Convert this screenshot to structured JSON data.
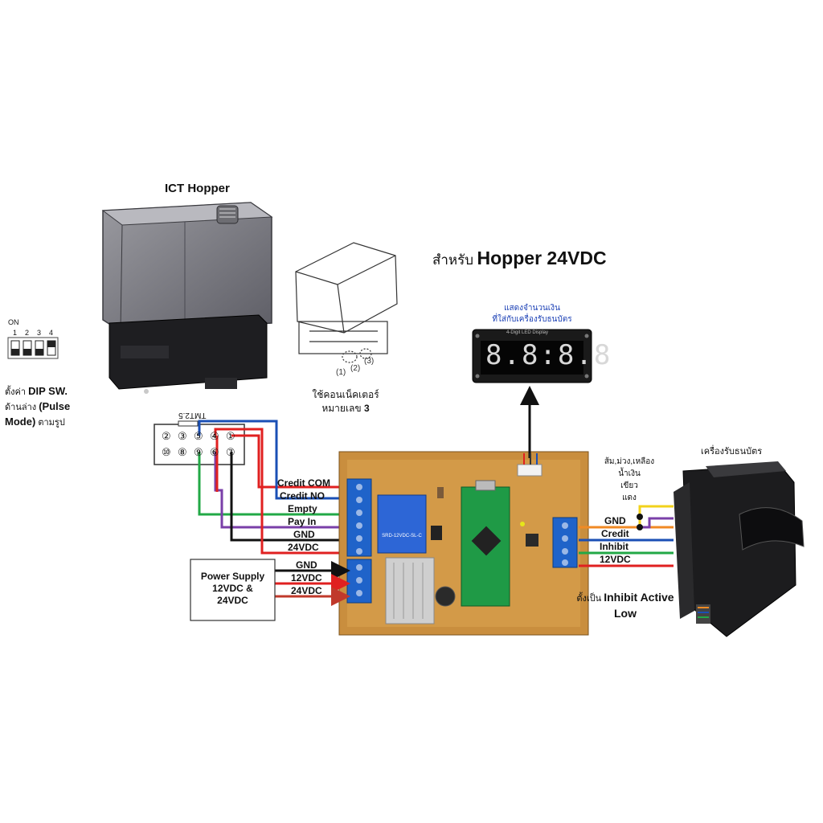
{
  "title": {
    "prefix": "สำหรับ",
    "main": "Hopper 24VDC"
  },
  "hopper": {
    "label": "ICT Hopper"
  },
  "dip": {
    "on_label": "ON",
    "numbers": [
      "1",
      "2",
      "3",
      "4"
    ],
    "caption_line1_pre": "ตั้งค่า ",
    "caption_line1_bold": "DIP SW.",
    "caption_line2_pre": "ด้านล่าง ",
    "caption_line2_bold": "(Pulse",
    "caption_line3_bold": "Mode)",
    "caption_line3_post": " ตามรูป"
  },
  "connector": {
    "name": "TMT2.5",
    "pins_top": [
      "⑤",
      "④",
      "③",
      "②",
      "①"
    ],
    "pins_bottom": [
      "⑩",
      "⑨",
      "⑧",
      "⑦",
      "⑥"
    ],
    "sketch_labels": [
      "(1)",
      "(2)",
      "(3)"
    ],
    "caption_line1": "ใช้คอนเน็คเตอร์",
    "caption_line2_pre": "หมายเลข ",
    "caption_line2_bold": "3"
  },
  "display": {
    "caption_line1": "แสดงจำนวนเงิน",
    "caption_line2": "ที่ใส่กับเครื่องรับธนบัตร",
    "header": "4-Digit LED Display",
    "digits": "8.8:8.8"
  },
  "board_inputs": {
    "labels": [
      "Credit COM",
      "Credit NO",
      "Empty",
      "Pay In",
      "GND",
      "24VDC"
    ],
    "colors": [
      "#e02020",
      "#1a4fb5",
      "#22a846",
      "#7a3fa8",
      "#111111",
      "#e02020"
    ]
  },
  "power_supply": {
    "label_line1": "Power Supply",
    "label_line2": "12VDC &",
    "label_line3": "24VDC",
    "wires": [
      "GND",
      "12VDC",
      "24VDC"
    ],
    "colors": [
      "#111111",
      "#e02020",
      "#c0392b"
    ]
  },
  "acceptor": {
    "label": "เครื่องรับธนบัตร",
    "color_note_line1": "ส้ม,ม่วง,เหลือง",
    "color_note_line2": "น้ำเงิน",
    "color_note_line3": "เขียว",
    "color_note_line4": "แดง",
    "wires": [
      "GND",
      "Credit",
      "Inhibit",
      "12VDC"
    ],
    "colors": [
      "#f08a24",
      "#1a4fb5",
      "#22a846",
      "#e02020"
    ],
    "extra_colors": [
      "#f2d21b",
      "#7a3fa8"
    ],
    "inhibit_note_pre": "ตั้งเป็น ",
    "inhibit_note_bold1": "Inhibit Active",
    "inhibit_note_bold2": "Low"
  },
  "board": {
    "relay_text": "SRD-12VDC-SL-C"
  }
}
